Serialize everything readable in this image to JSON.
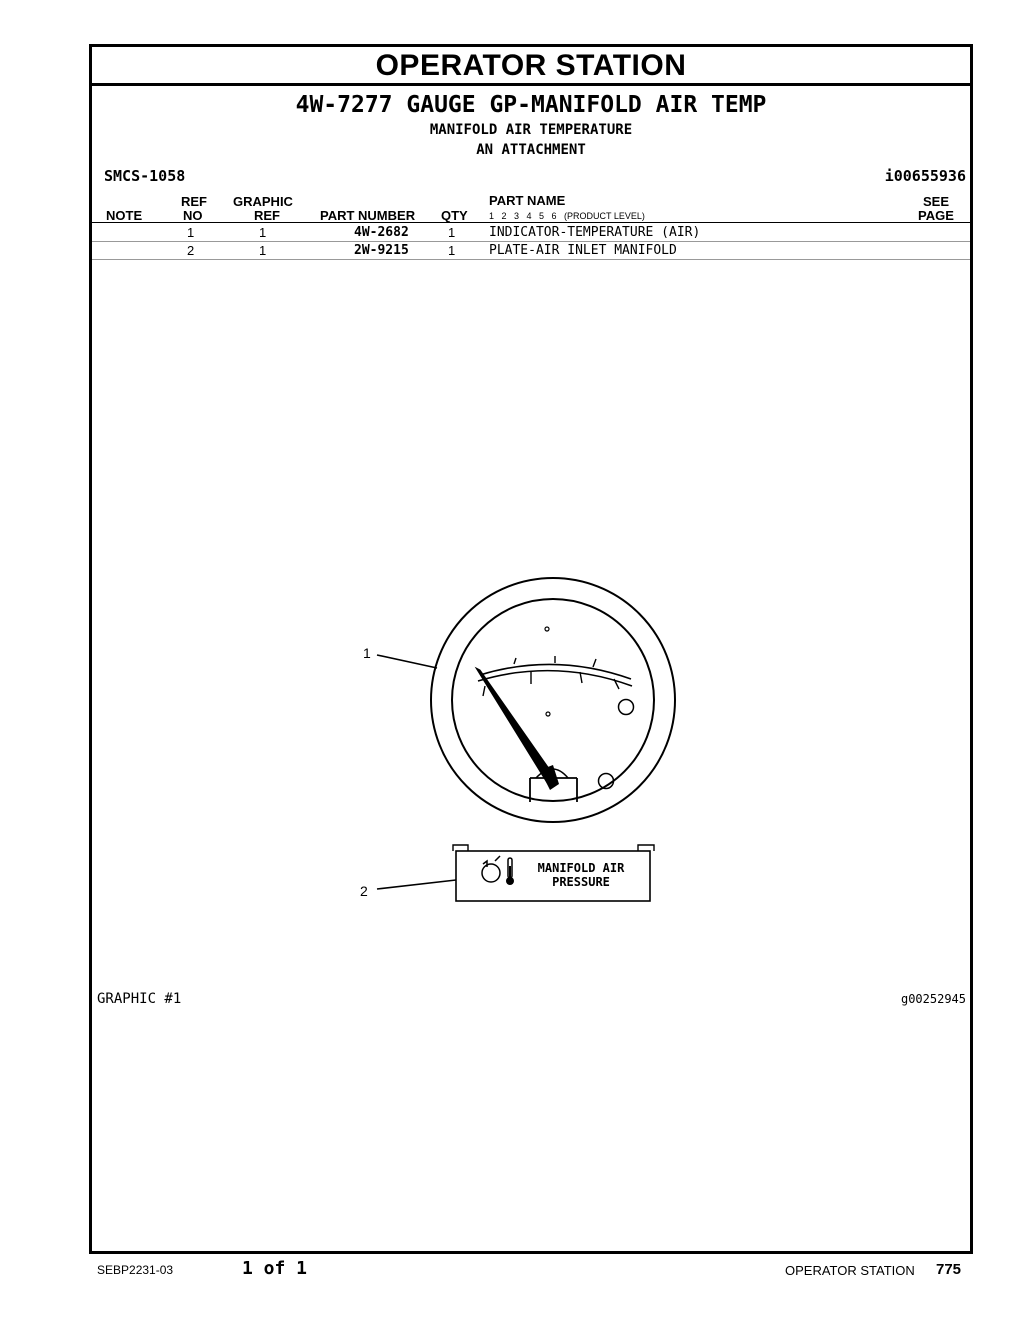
{
  "header": {
    "section_title": "OPERATOR STATION",
    "group_title": "4W-7277 GAUGE GP-MANIFOLD AIR TEMP",
    "subtitle_1": "MANIFOLD AIR TEMPERATURE",
    "subtitle_2": "AN ATTACHMENT",
    "smcs": "SMCS-1058",
    "illustration_id": "i00655936"
  },
  "table": {
    "columns": {
      "note": "NOTE",
      "ref_top": "REF",
      "ref_bottom": "NO",
      "graphic_top": "GRAPHIC",
      "graphic_bottom": "REF",
      "part_number": "PART NUMBER",
      "qty": "QTY",
      "part_name": "PART NAME",
      "product_levels": "1   2   3   4   5   6   (PRODUCT LEVEL)",
      "see_top": "SEE",
      "see_bottom": "PAGE"
    },
    "rows": [
      {
        "note": "",
        "ref_no": "1",
        "graphic_ref": "1",
        "part_number": "4W-2682",
        "qty": "1",
        "part_name": "INDICATOR-TEMPERATURE (AIR)",
        "see_page": ""
      },
      {
        "note": "",
        "ref_no": "2",
        "graphic_ref": "1",
        "part_number": "2W-9215",
        "qty": "1",
        "part_name": "PLATE-AIR INLET MANIFOLD",
        "see_page": ""
      }
    ]
  },
  "illustration": {
    "callout_1": "1",
    "callout_2": "2",
    "plate_line_1": "MANIFOLD AIR",
    "plate_line_2": "PRESSURE",
    "graphic_label": "GRAPHIC #1",
    "graphic_id": "g00252945"
  },
  "footer": {
    "doc_number": "SEBP2231-03",
    "page_of": "1 of 1",
    "section": "OPERATOR STATION",
    "page_number": "775"
  }
}
